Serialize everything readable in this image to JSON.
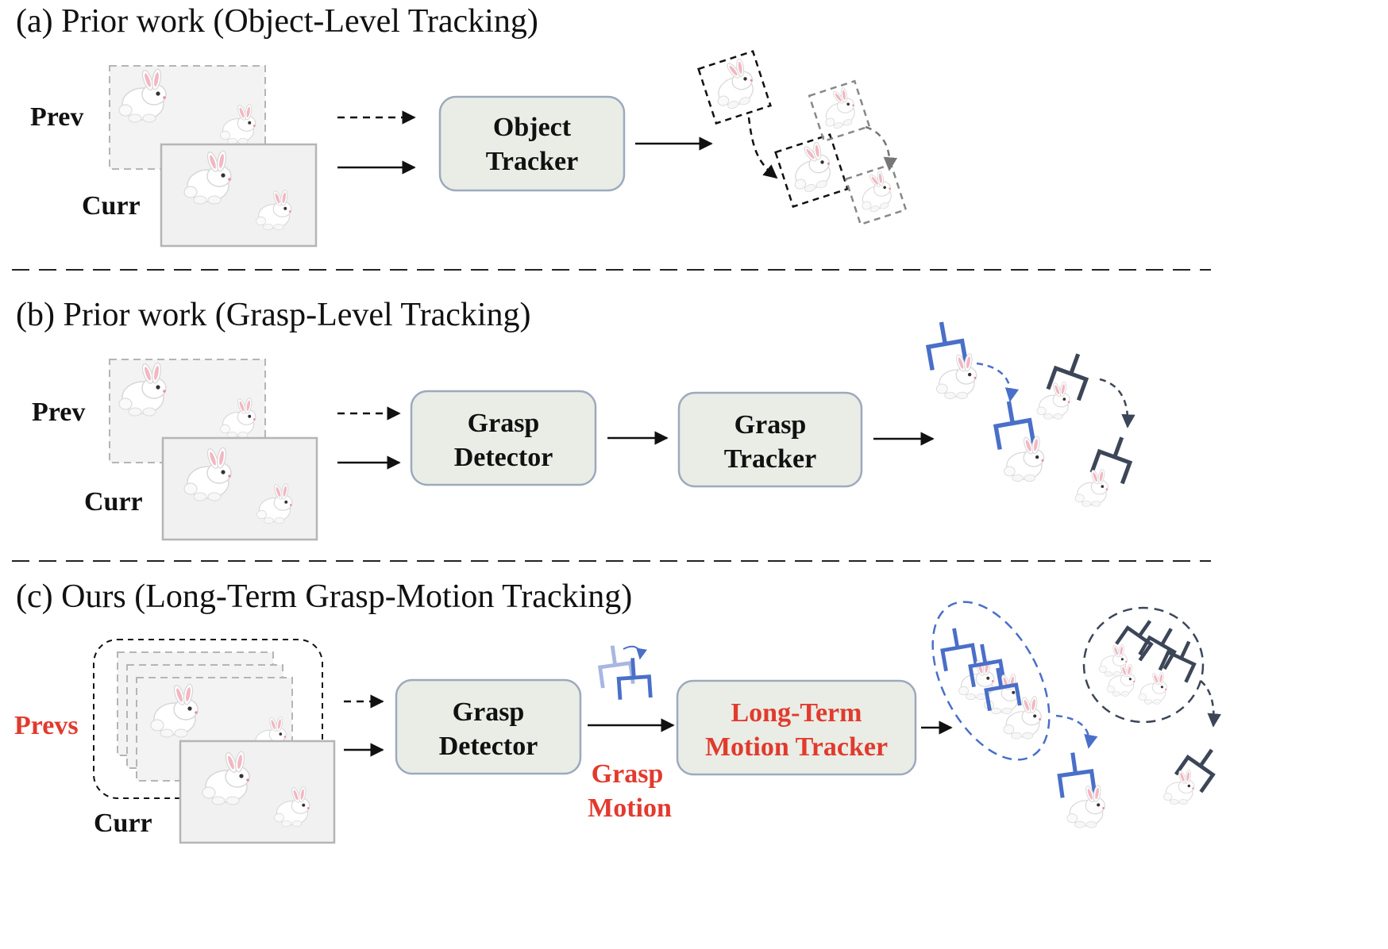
{
  "sections": [
    {
      "title": "(a) Prior work (Object-Level Tracking)",
      "prev_label": "Prev",
      "curr_label": "Curr",
      "boxes": [
        [
          "Object",
          "Tracker"
        ]
      ]
    },
    {
      "title": "(b) Prior work (Grasp-Level Tracking)",
      "prev_label": "Prev",
      "curr_label": "Curr",
      "boxes": [
        [
          "Grasp",
          "Detector"
        ],
        [
          "Grasp",
          "Tracker"
        ]
      ]
    },
    {
      "title": "(c) Ours (Long-Term Grasp-Motion Tracking)",
      "prev_label": "Prevs",
      "curr_label": "Curr",
      "boxes": [
        [
          "Grasp",
          "Detector"
        ],
        [
          "Long-Term",
          "Motion Tracker"
        ]
      ],
      "edge_label": [
        "Grasp",
        "Motion"
      ]
    }
  ],
  "colors": {
    "accent_red": "#e23a2e",
    "grasp_blue": "#4a6fc8",
    "grasp_dark": "#3c4658",
    "box_fill": "#e9ede5",
    "box_stroke": "#9ea9bf"
  },
  "icons": [
    "bunny-icon",
    "gripper-icon"
  ]
}
